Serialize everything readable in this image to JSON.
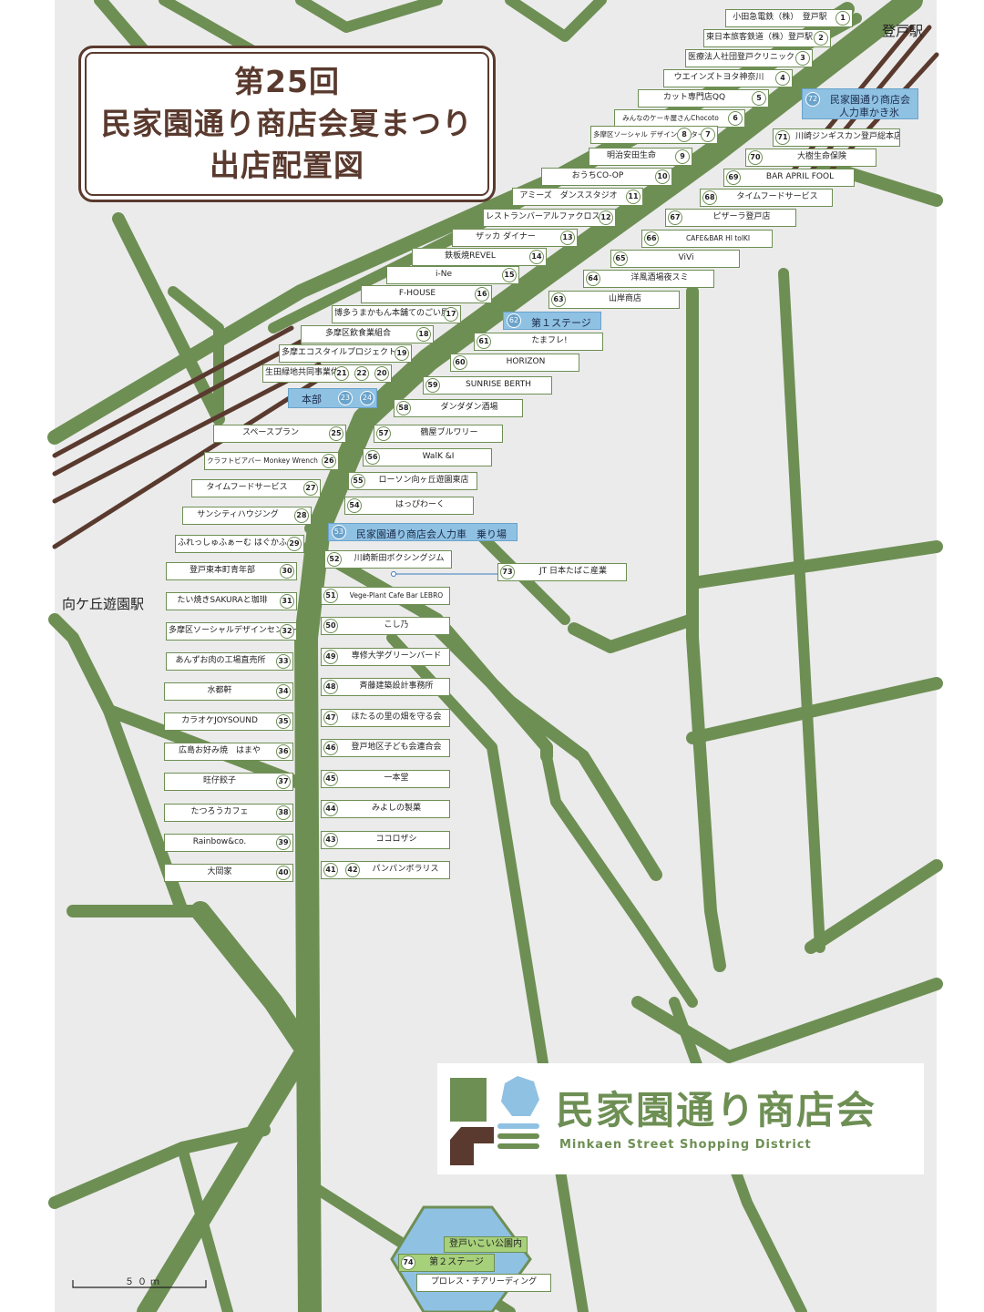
{
  "title": {
    "line1": "第25回",
    "line2": "民家園通り商店会夏まつり",
    "line3": "出店配置図"
  },
  "stations": {
    "noborito": "登戸駅",
    "mukougaoka": "向ケ丘遊園駅"
  },
  "stalls_left": [
    {
      "num": "1",
      "name": "小田急電鉄（株）　登戸駅"
    },
    {
      "num": "2",
      "name": "東日本旅客鉄道（株）登戸駅"
    },
    {
      "num": "3",
      "name": "医療法人社団登戸クリニック"
    },
    {
      "num": "4",
      "name": "ウエインズトヨタ神奈川"
    },
    {
      "num": "5",
      "name": "カット専門店QQ"
    },
    {
      "num": "6",
      "name": "みんなのケーキ屋さんChocoto"
    },
    {
      "num": "7",
      "name": "多摩区ソーシャル デザインセンター"
    },
    {
      "num": "8",
      "name": ""
    },
    {
      "num": "9",
      "name": "明治安田生命"
    },
    {
      "num": "10",
      "name": "おうちCO-OP"
    },
    {
      "num": "11",
      "name": "アミーズ　ダンススタジオ"
    },
    {
      "num": "12",
      "name": "レストランバーアルファクロス"
    },
    {
      "num": "13",
      "name": "ザッカ ダイナー"
    },
    {
      "num": "14",
      "name": "鉄板焼REVEL"
    },
    {
      "num": "15",
      "name": "i-Ne"
    },
    {
      "num": "16",
      "name": "F-HOUSE"
    },
    {
      "num": "17",
      "name": "博多うまかもん本舗てのごい屋"
    },
    {
      "num": "18",
      "name": "多摩区飲食業組合"
    },
    {
      "num": "19",
      "name": "多摩エコスタイルプロジェクト"
    },
    {
      "num": "20",
      "name": "生田緑地共同事業体"
    },
    {
      "num": "21",
      "name": ""
    },
    {
      "num": "22",
      "name": ""
    },
    {
      "num": "25",
      "name": "スペースプラン"
    },
    {
      "num": "26",
      "name": "クラフトビアバー Monkey Wrench"
    },
    {
      "num": "27",
      "name": "タイムフードサービス"
    },
    {
      "num": "28",
      "name": "サンシティハウジング"
    },
    {
      "num": "29",
      "name": "ふれっしゅふぁーむ はぐかふぇ"
    },
    {
      "num": "30",
      "name": "登戸東本町青年部"
    },
    {
      "num": "31",
      "name": "たい焼きSAKURAと珈琲"
    },
    {
      "num": "32",
      "name": "多摩区ソーシャルデザインセンター"
    },
    {
      "num": "33",
      "name": "あんずお肉の工場直売所"
    },
    {
      "num": "34",
      "name": "水都軒"
    },
    {
      "num": "35",
      "name": "カラオケJOYSOUND"
    },
    {
      "num": "36",
      "name": "広島お好み焼　はまや"
    },
    {
      "num": "37",
      "name": "旺仔餃子"
    },
    {
      "num": "38",
      "name": "たつろうカフェ"
    },
    {
      "num": "39",
      "name": "Rainbow&co."
    },
    {
      "num": "40",
      "name": "大岡家"
    }
  ],
  "stalls_right": [
    {
      "num": "71",
      "name": "川崎ジンギスカン登戸総本店"
    },
    {
      "num": "70",
      "name": "大樹生命保険"
    },
    {
      "num": "69",
      "name": "BAR APRIL FOOL"
    },
    {
      "num": "68",
      "name": "タイムフードサービス"
    },
    {
      "num": "67",
      "name": "ピザーラ登戸店"
    },
    {
      "num": "66",
      "name": "CAFE&BAR HI tolKI"
    },
    {
      "num": "65",
      "name": "ViVi"
    },
    {
      "num": "64",
      "name": "洋風酒場夜スミ"
    },
    {
      "num": "63",
      "name": "山岸商店"
    },
    {
      "num": "61",
      "name": "たまフレ!"
    },
    {
      "num": "60",
      "name": "HORIZON"
    },
    {
      "num": "59",
      "name": "SUNRISE BERTH"
    },
    {
      "num": "58",
      "name": "ダンダダン酒場"
    },
    {
      "num": "57",
      "name": "鶴屋ブルワリー"
    },
    {
      "num": "56",
      "name": "WalK &I"
    },
    {
      "num": "55",
      "name": "ローソン向ヶ丘遊園東店"
    },
    {
      "num": "54",
      "name": "はっぴわーく"
    },
    {
      "num": "52",
      "name": "川崎新田ボクシングジム"
    },
    {
      "num": "51",
      "name": "Vege-Plant Cafe Bar LEBRO"
    },
    {
      "num": "50",
      "name": "こし乃"
    },
    {
      "num": "49",
      "name": "専修大学グリーンバード"
    },
    {
      "num": "48",
      "name": "斉藤建築設計事務所"
    },
    {
      "num": "47",
      "name": "ほたるの里の畑を守る会"
    },
    {
      "num": "46",
      "name": "登戸地区子ども会連合会"
    },
    {
      "num": "45",
      "name": "一本堂"
    },
    {
      "num": "44",
      "name": "みよしの製菓"
    },
    {
      "num": "43",
      "name": "ココロザシ"
    },
    {
      "num": "41",
      "name": "パンパンボラリス"
    },
    {
      "num": "42",
      "name": ""
    },
    {
      "num": "73",
      "name": "JT 日本たばこ産業"
    }
  ],
  "specials": {
    "kakigori": {
      "num": "72",
      "line1": "民家園通り商店会",
      "line2": "人力車かき氷"
    },
    "stage1": {
      "num": "62",
      "name": "第１ステージ"
    },
    "honbu": {
      "name": "本部",
      "num_a": "23",
      "num_b": "24"
    },
    "rickshaw": {
      "num": "53",
      "name": "民家園通り商店会人力車　乗り場"
    },
    "park": {
      "name": "登戸いこい公園内"
    },
    "stage2": {
      "num": "74",
      "name": "第２ステージ"
    },
    "prowrestling": {
      "name": "プロレス・チアリーディング"
    }
  },
  "logo": {
    "jp": "民家園通り商店会",
    "en": "Minkaen Street Shopping District"
  },
  "scale": "５０ｍ",
  "colors": {
    "road": "#6e8f54",
    "land": "#ebebeb",
    "rail": "#5a3a2e",
    "special": "#8fc1e3",
    "title": "#5a3a2e"
  }
}
